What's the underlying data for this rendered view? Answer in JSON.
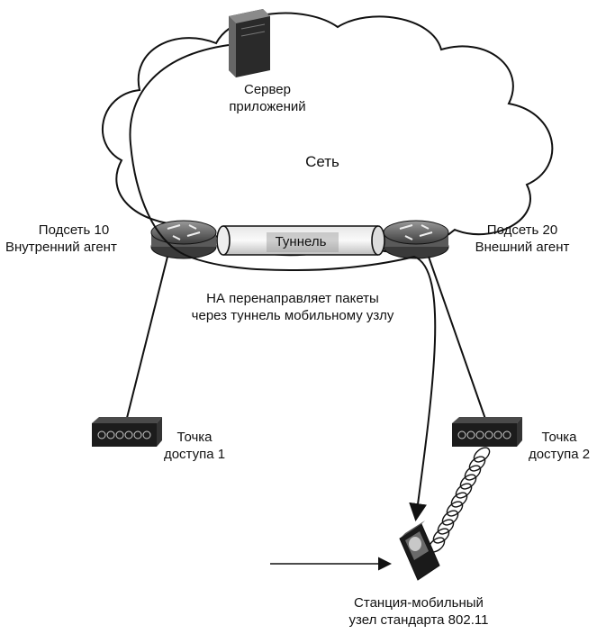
{
  "network": {
    "label": "Сеть"
  },
  "server": {
    "line1": "Сервер",
    "line2": "приложений"
  },
  "home_subnet": {
    "line1": "Подсеть 10",
    "line2": "Внутренний агент"
  },
  "foreign_subnet": {
    "line1": "Подсеть 20",
    "line2": "Внешний агент"
  },
  "tunnel": {
    "label": "Туннель"
  },
  "note": {
    "line1": "НА перенаправляет пакеты",
    "line2": "через туннель мобильному узлу"
  },
  "ap1": {
    "line1": "Точка",
    "line2": "доступа 1"
  },
  "ap2": {
    "line1": "Точка",
    "line2": "доступа 2"
  },
  "station": {
    "line1": "Станция-мобильный",
    "line2": "узел стандарта 802.11"
  },
  "icons": [
    "cloud-icon",
    "server-icon",
    "router-icon",
    "access-point-icon",
    "mobile-station-icon",
    "wireless-link-icon"
  ]
}
